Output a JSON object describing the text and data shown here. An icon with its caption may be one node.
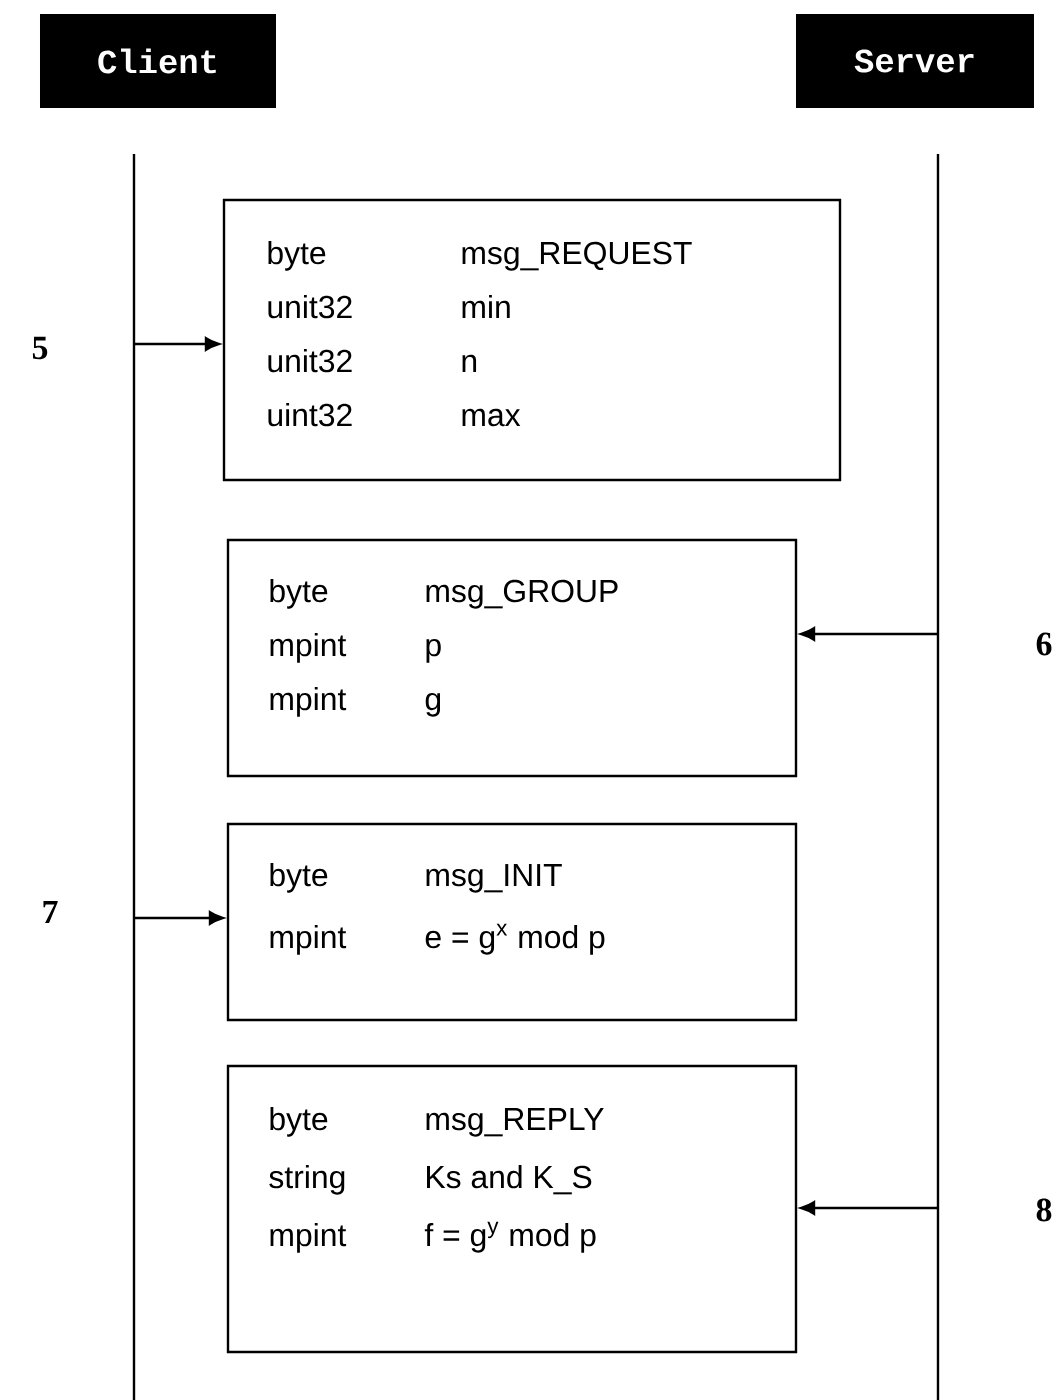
{
  "diagram": {
    "nodes": [
      {
        "text": [
          "Client"
        ]
      },
      {
        "text": [
          "Server"
        ]
      },
      {
        "text": [
          "byte",
          "msg_REQUEST",
          "unit32",
          "min",
          "unit32",
          "n",
          "uint32",
          "max"
        ]
      },
      {
        "text": [
          "byte",
          "msg_GROUP",
          "mpint",
          "p",
          "mpint",
          "g"
        ]
      },
      {
        "text": [
          "byte",
          "msg_INIT",
          "mpint",
          "e = g$^{x}$  mod  p"
        ]
      },
      {
        "text": [
          "byte",
          "msg_REPLY",
          "string",
          "Ks and K_S",
          "mpint",
          "f = g$^{y}$  mod  p"
        ]
      }
    ],
    "edges": [
      {
        "from": null,
        "to": 2,
        "arrow": "to"
      },
      {
        "from": null,
        "to": 3,
        "arrow": "to"
      },
      {
        "from": null,
        "to": 4,
        "arrow": "to"
      },
      {
        "from": null,
        "to": 5,
        "arrow": "to"
      }
    ],
    "labels": [
      "5",
      "6",
      "7",
      "8"
    ]
  }
}
